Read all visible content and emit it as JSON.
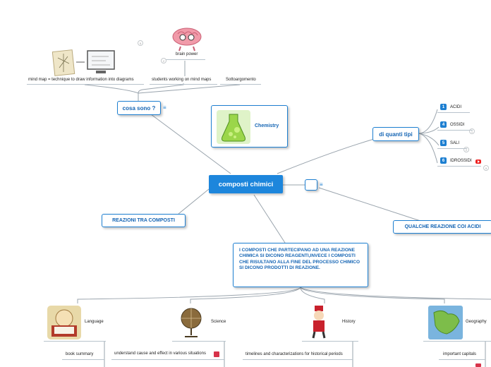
{
  "central": "composti chimici",
  "cosa_sono": {
    "title": "cosa sono ?",
    "children": [
      "mind map = technique to draw information into diagrams",
      "students working on mind maps",
      "Sottoargomento"
    ],
    "sub": {
      "brain": "brain power"
    },
    "counters": [
      "5",
      "2"
    ]
  },
  "chemistry": "Chemistry",
  "di_quanti_tipi": {
    "title": "di quanti tipi",
    "items": [
      {
        "num": "1",
        "label": "ACIDI"
      },
      {
        "num": "4",
        "label": "OSSIDI"
      },
      {
        "num": "5",
        "label": "SALI"
      },
      {
        "num": "6",
        "label": "IDROSSIDI"
      }
    ],
    "counters": [
      "1",
      "2",
      "9"
    ]
  },
  "reazioni": "REAZIONI TRA COMPOSTI",
  "qualche": "QUALCHE REAZIONE COI ACIDI",
  "description": "I COMPOSTI CHE PARTECIPANO AD UNA REAZIONE CHIMICA SI DICONO REAGENTI,INVECE I COMPOSTI CHE RISULTANO ALLA FINE DEL PROCESSO CHIMICO SI DICONO PRODOTTI DI REAZIONE.",
  "subjects": [
    {
      "label": "Language",
      "child": "book summary"
    },
    {
      "label": "Science",
      "child": "understand cause and effect in various situations"
    },
    {
      "label": "History",
      "child": "timelines and characterizations for historical periods"
    },
    {
      "label": "Geography",
      "child": "important capitals"
    }
  ],
  "colors": {
    "accent": "#1d86dc",
    "line": "#9aa4ad"
  }
}
